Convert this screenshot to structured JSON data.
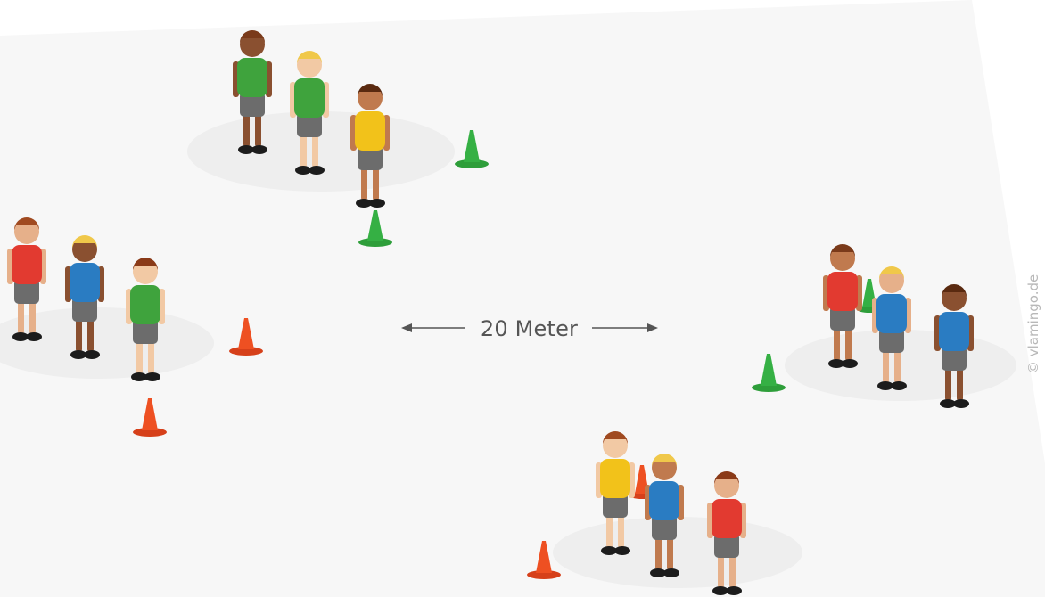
{
  "diagram": {
    "distance_label": "20 Meter",
    "copyright": "© vlamingo.de",
    "colors": {
      "background": "#ffffff",
      "field": "#f7f7f7",
      "cone_green": "#2e9e3a",
      "cone_orange": "#e8481c",
      "shirt_red": "#e23a30",
      "shirt_blue": "#2a7cc2",
      "shirt_green": "#3fa33d",
      "shirt_yellow": "#f2c21a",
      "shorts_gray": "#6c6c6c"
    },
    "groups": [
      {
        "name": "top",
        "shirts": [
          "green",
          "green",
          "yellow"
        ]
      },
      {
        "name": "left",
        "shirts": [
          "red",
          "blue",
          "green"
        ]
      },
      {
        "name": "right",
        "shirts": [
          "red",
          "blue",
          "blue"
        ]
      },
      {
        "name": "bottom",
        "shirts": [
          "yellow",
          "blue",
          "red"
        ]
      }
    ],
    "cones": [
      "green",
      "green",
      "orange",
      "orange",
      "green",
      "orange",
      "orange",
      "green"
    ]
  }
}
